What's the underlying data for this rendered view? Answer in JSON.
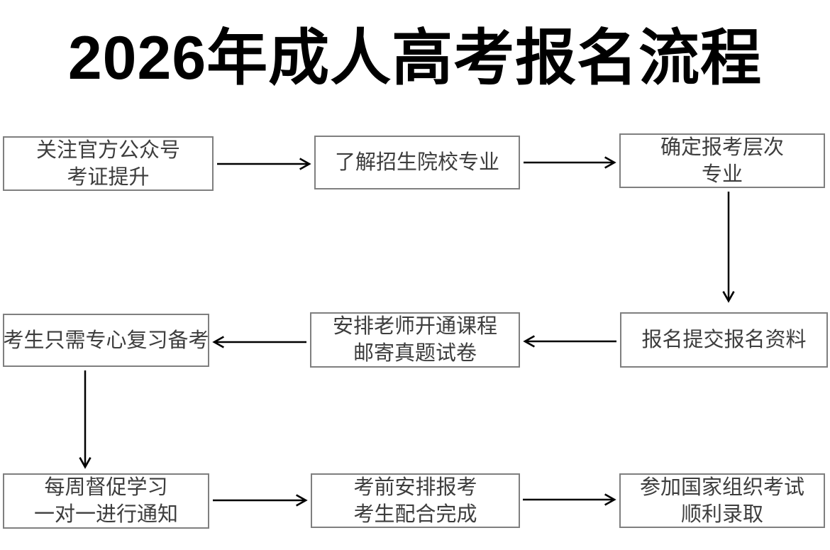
{
  "title": "2026年成人高考报名流程",
  "boxes": [
    {
      "id": "follow-official-account",
      "lines": [
        "关注官方公众号",
        "考证提升"
      ]
    },
    {
      "id": "learn-colleges-majors",
      "lines": [
        "了解招生院校专业"
      ]
    },
    {
      "id": "confirm-level-major",
      "lines": [
        "确定报考层次",
        "专业"
      ]
    },
    {
      "id": "student-review",
      "lines": [
        "考生只需专心复习备考"
      ]
    },
    {
      "id": "teacher-course-materials",
      "lines": [
        "安排老师开通课程",
        "邮寄真题试卷"
      ]
    },
    {
      "id": "submit-registration",
      "lines": [
        "报名提交报名资料"
      ]
    },
    {
      "id": "weekly-study-supervision",
      "lines": [
        "每周督促学习",
        "一对一进行通知"
      ]
    },
    {
      "id": "pre-exam-arrangement",
      "lines": [
        "考前安排报考",
        "考生配合完成"
      ]
    },
    {
      "id": "national-exam-admission",
      "lines": [
        "参加国家组织考试",
        "顺利录取"
      ]
    }
  ],
  "colors": {
    "background": "#ffffff",
    "title_text": "#000000",
    "box_border": "#7f7f7f",
    "box_text": "#3d3d3d",
    "arrow": "#000000"
  }
}
